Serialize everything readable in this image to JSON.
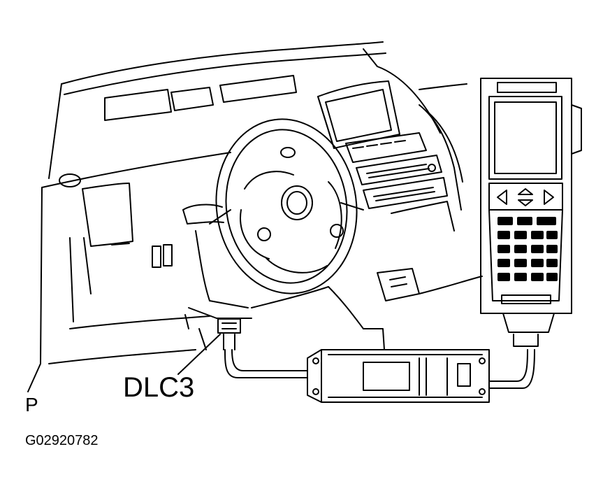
{
  "labels": {
    "connector": "DLC3",
    "corner_letter": "P",
    "figure_code": "G02920782"
  },
  "colors": {
    "line": "#000000",
    "background": "#ffffff",
    "fill": "#000000"
  }
}
